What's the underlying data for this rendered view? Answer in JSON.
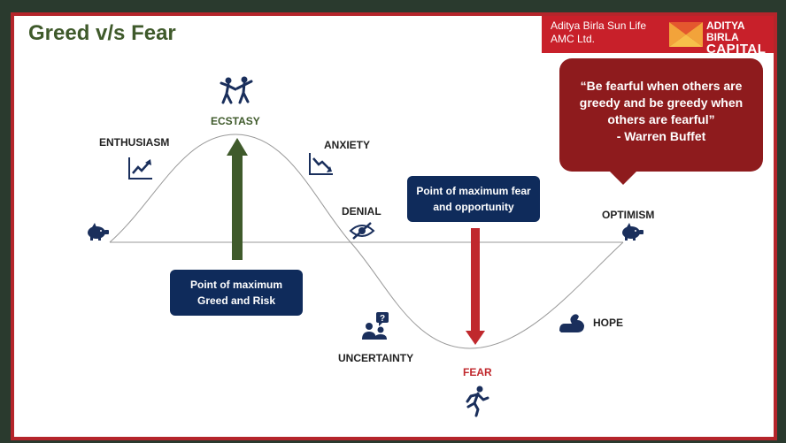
{
  "title": "Greed v/s Fear",
  "brand": {
    "amc": "Aditya Birla Sun Life AMC Ltd.",
    "name_line1": "ADITYA BIRLA",
    "name_line2": "CAPITAL"
  },
  "quote": {
    "text": "“Be fearful when others are greedy and be greedy when others are fearful”",
    "author": "- Warren Buffet"
  },
  "stages": {
    "enthusiasm": "ENTHUSIASM",
    "ecstasy": "ECSTASY",
    "anxiety": "ANXIETY",
    "denial": "DENIAL",
    "uncertainty": "UNCERTAINTY",
    "fear": "FEAR",
    "hope": "HOPE",
    "optimism": "OPTIMISM"
  },
  "boxes": {
    "greed": "Point of maximum Greed and Risk",
    "fear": "Point of maximum fear and opportunity"
  },
  "icons": {
    "start": "piggy-bank-icon",
    "end": "piggy-bank-icon",
    "enthusiasm": "chart-up-icon",
    "ecstasy": "dancing-people-icon",
    "anxiety": "chart-down-icon",
    "denial": "eye-slash-icon",
    "uncertainty": "question-people-icon",
    "fear": "running-person-icon",
    "hope": "muscle-arm-icon"
  },
  "colors": {
    "frame": "#b5252b",
    "title": "#3f5a2b",
    "greed_arrow": "#3f5a2b",
    "fear_arrow": "#c0282d",
    "box": "#0f2b5b",
    "quote": "#8e1b1d",
    "icon": "#1a2f5c"
  }
}
